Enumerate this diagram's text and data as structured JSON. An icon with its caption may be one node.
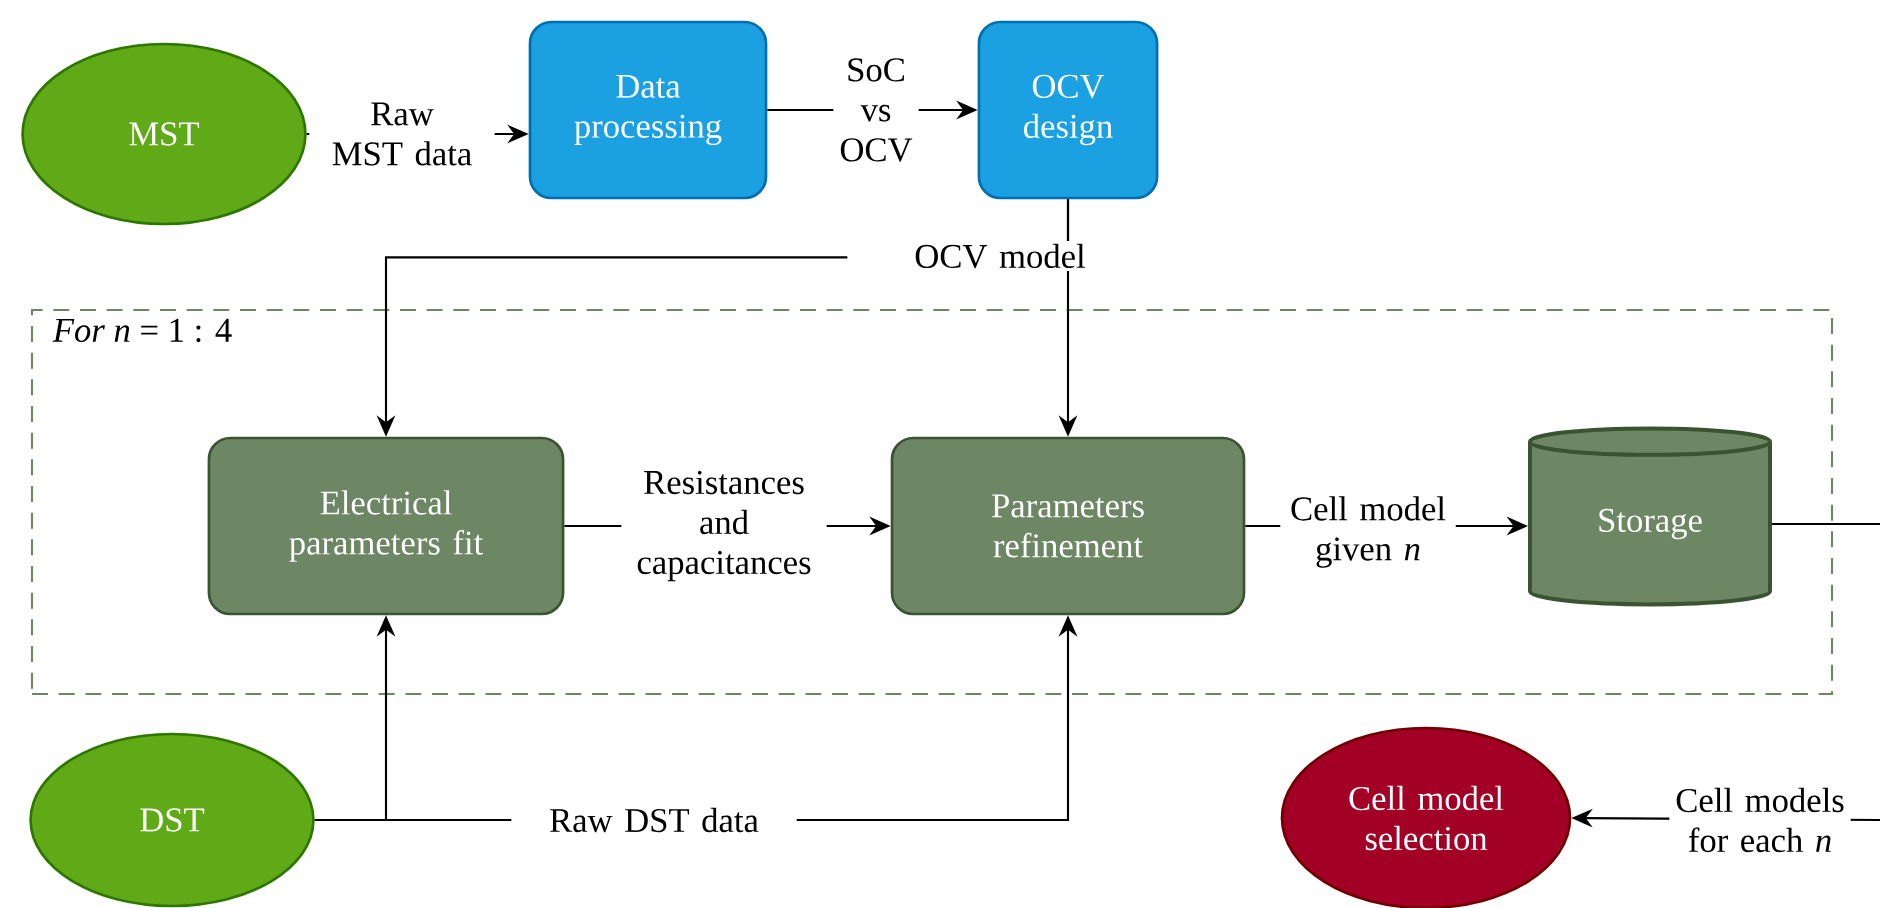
{
  "diagram": {
    "nodes": [
      {
        "text": [
          "MST"
        ]
      },
      {
        "text": [
          "Data processing"
        ]
      },
      {
        "text": [
          "OCV design"
        ]
      },
      {
        "text": [
          "*For n* = 1 : 4"
        ]
      },
      {
        "text": [
          "Electrical parameters fit"
        ],
        "in": 3
      },
      {
        "text": [
          "Parameters refinement"
        ],
        "in": 3
      },
      {
        "text": [
          "Storage"
        ],
        "in": 3
      },
      {
        "text": [
          "DST"
        ]
      },
      {
        "text": [
          "Cell model selection"
        ]
      }
    ],
    "edges": [
      {
        "from": 0,
        "to": 1,
        "arrow": "to",
        "label": "Raw MST data"
      },
      {
        "from": 1,
        "to": 2,
        "arrow": "to",
        "label": "SoC vs OCV"
      },
      {
        "from": 2,
        "to": 4,
        "arrow": "to",
        "label": "OCV model"
      },
      {
        "from": 2,
        "to": 5,
        "arrow": "to"
      },
      {
        "from": 4,
        "to": 5,
        "arrow": "to",
        "label": "Resistances and capacitances"
      },
      {
        "from": 5,
        "to": 6,
        "arrow": "to",
        "label": "Cell model given *n*"
      },
      {
        "from": 6,
        "to": null,
        "arrow": "none"
      },
      {
        "from": null,
        "to": 8,
        "arrow": "to",
        "label": "Cell models for each *n*"
      },
      {
        "from": 7,
        "to": 4,
        "arrow": "to"
      },
      {
        "from": 7,
        "to": 5,
        "arrow": "to",
        "label": "Raw DST data"
      }
    ]
  }
}
